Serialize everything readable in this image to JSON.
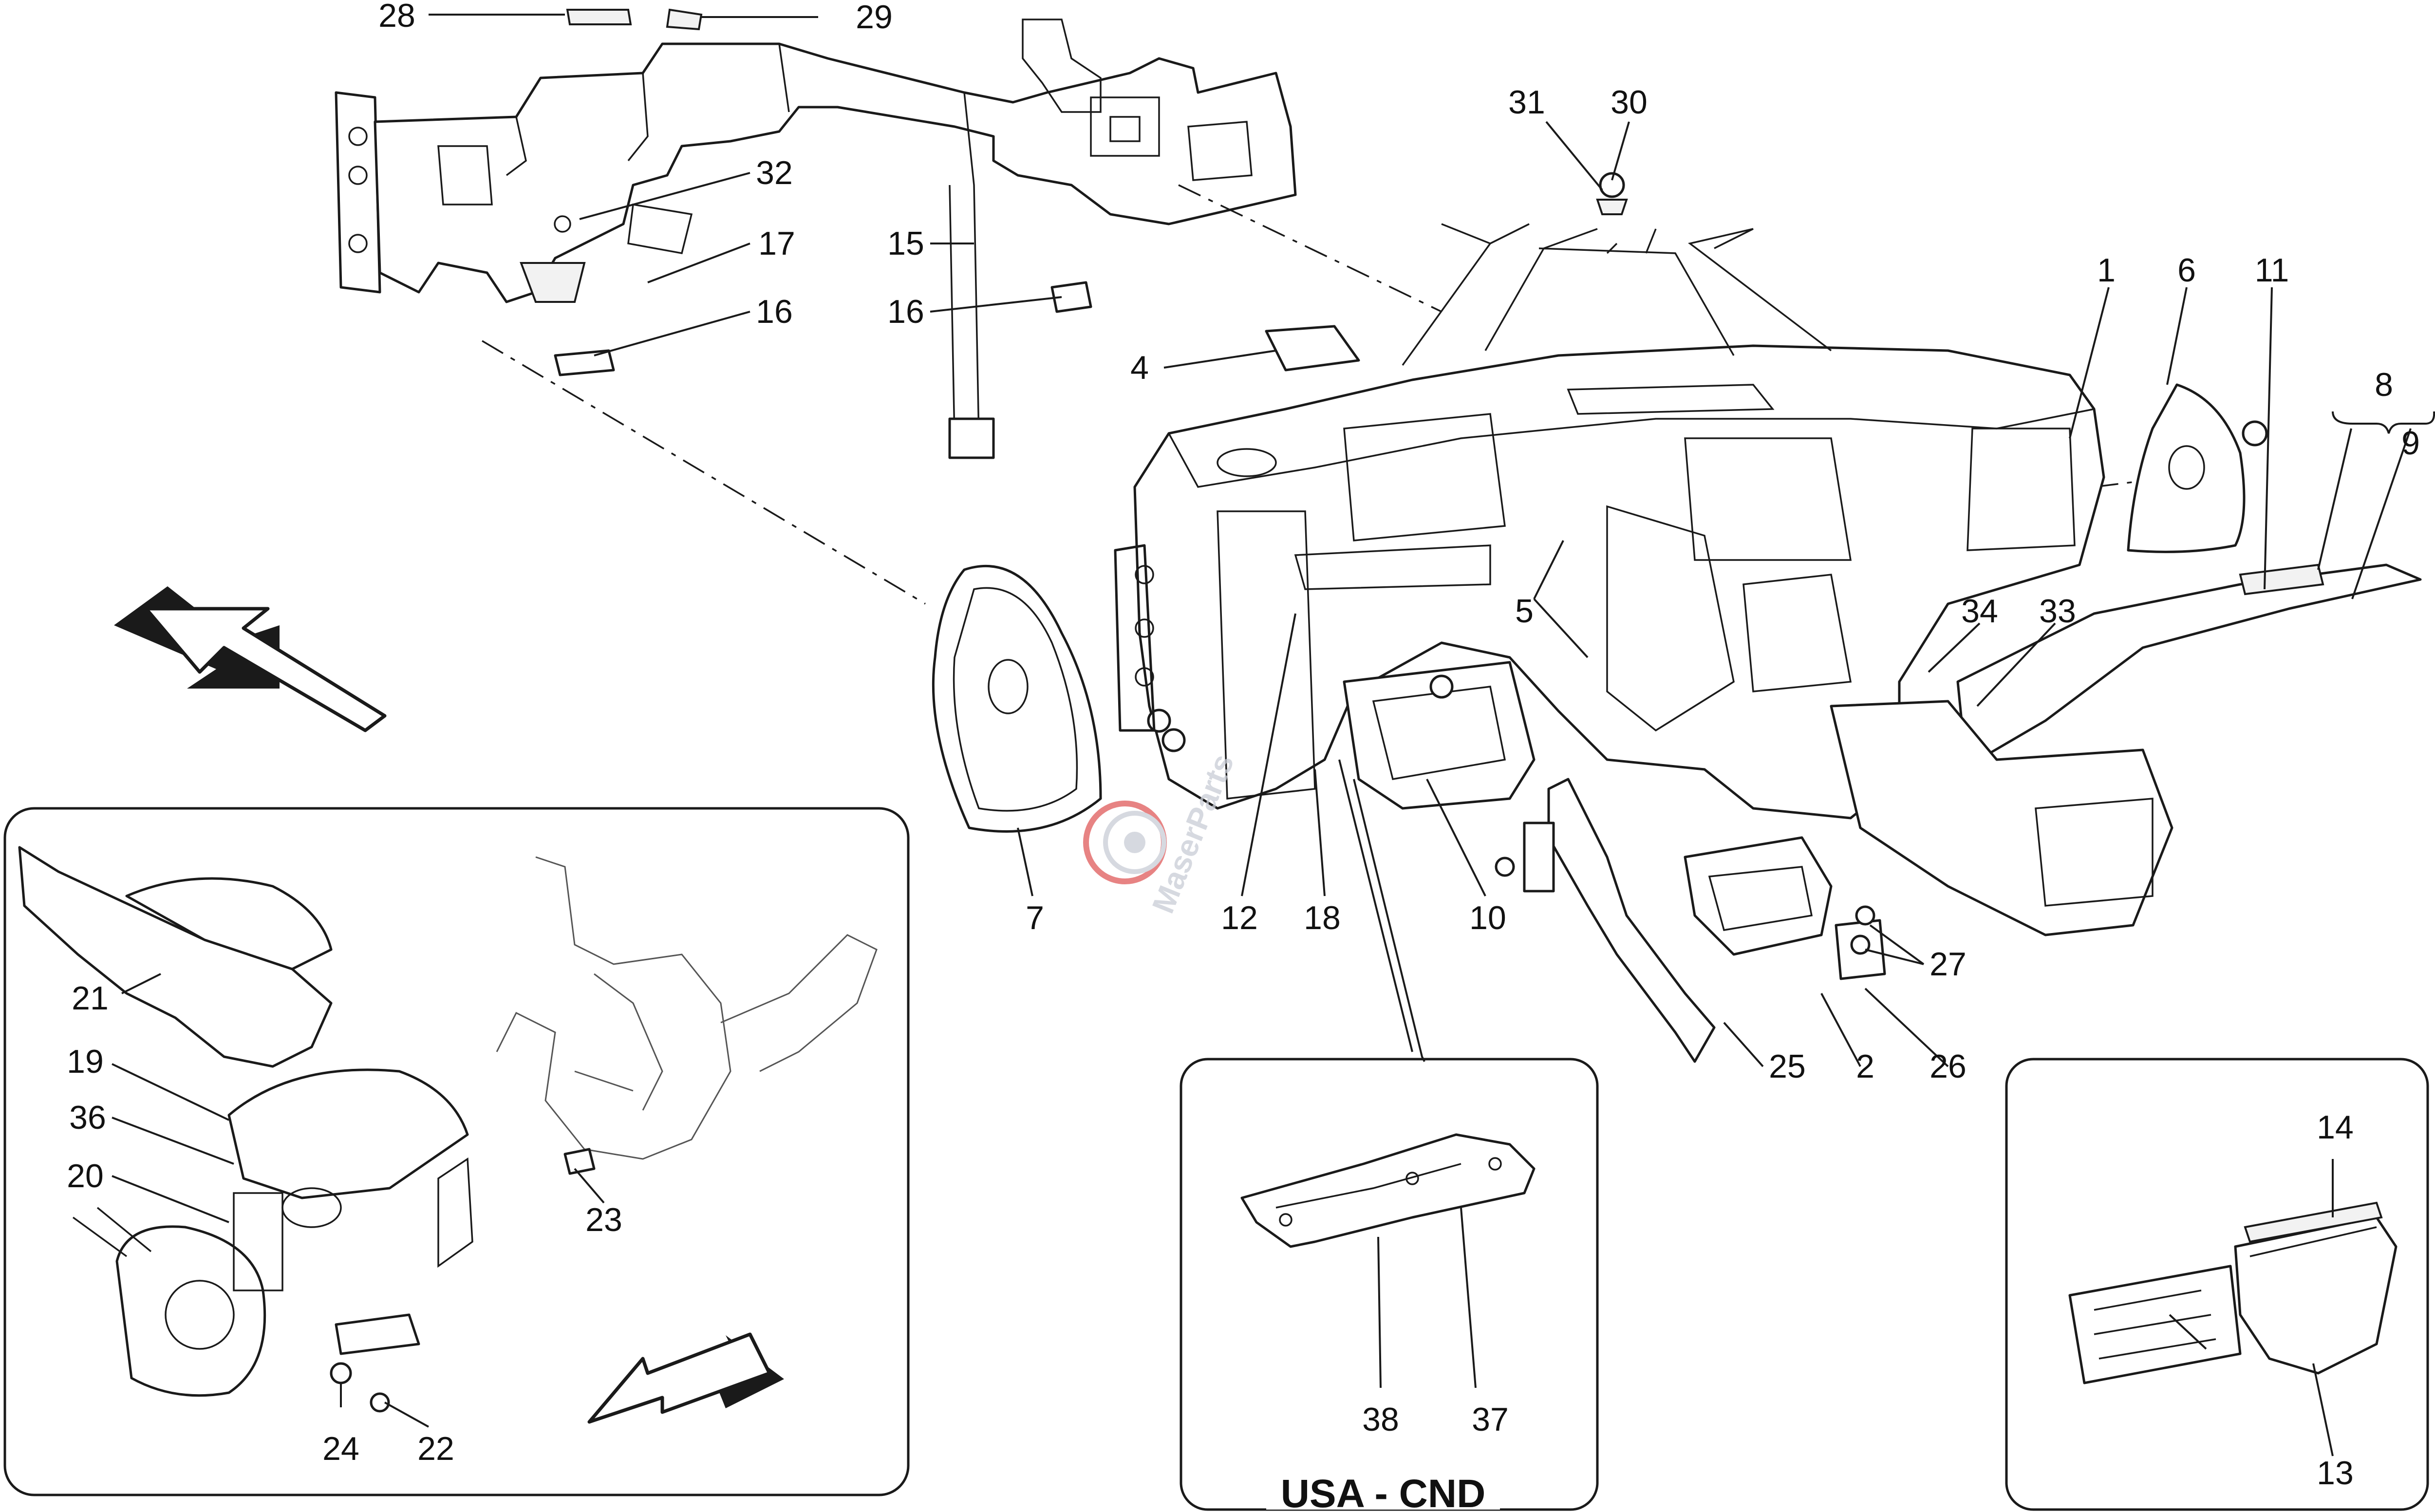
{
  "diagram": {
    "callouts": [
      "28",
      "29",
      "32",
      "17",
      "15",
      "16",
      "16",
      "4",
      "31",
      "30",
      "1",
      "6",
      "11",
      "8",
      "9",
      "5",
      "34",
      "33",
      "7",
      "12",
      "18",
      "10",
      "27",
      "25",
      "2",
      "26",
      "21",
      "19",
      "36",
      "20",
      "23",
      "24",
      "22",
      "38",
      "37",
      "14",
      "13"
    ],
    "panels": {
      "usa_cnd_title": "USA - CND"
    },
    "watermark": "MaserParts"
  },
  "colors": {
    "line": "#1a1a1a",
    "background": "#ffffff",
    "watermark": "#c9cdd6",
    "watermark_accent": "#e05a5a"
  }
}
